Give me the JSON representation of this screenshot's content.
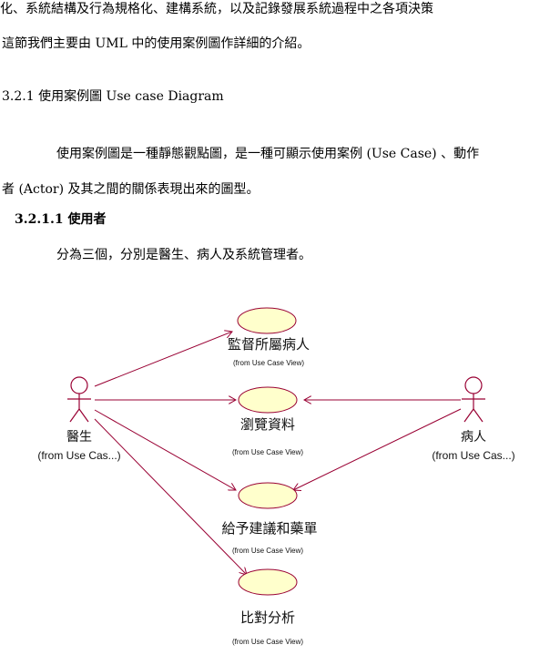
{
  "document": {
    "lines": [
      "化、系統結構及行為規格化、建構系統，以及記錄發展系統過程中之各項決策",
      "這節我們主要由 UML 中的使用案例圖作詳細的介紹。",
      "3.2.1 使用案例圖 Use case Diagram",
      "使用案例圖是一種靜態觀點圖，是一種可顯示使用案例 (Use Case) 、動作",
      "者 (Actor) 及其之間的關係表現出來的圖型。",
      "3.2.1.1 使用者",
      "分為三個，分別是醫生、病人及系統管理者。"
    ]
  },
  "diagram": {
    "actors": [
      {
        "name": "醫生",
        "from": "(from Use Cas...)"
      },
      {
        "name": "病人",
        "from": "(from Use Cas...)"
      }
    ],
    "use_cases": [
      {
        "name": "監督所屬病人",
        "from": "(from Use Case View)"
      },
      {
        "name": "瀏覽資料",
        "from": "(from Use Case View)"
      },
      {
        "name": "給予建議和藥單",
        "from": "(from Use Case View)"
      },
      {
        "name": "比對分析",
        "from": "(from Use Case View)"
      }
    ],
    "colors": {
      "usecase_fill": "#ffffcc",
      "usecase_stroke": "#990033",
      "actor_stroke": "#990033",
      "association": "#990033"
    }
  }
}
